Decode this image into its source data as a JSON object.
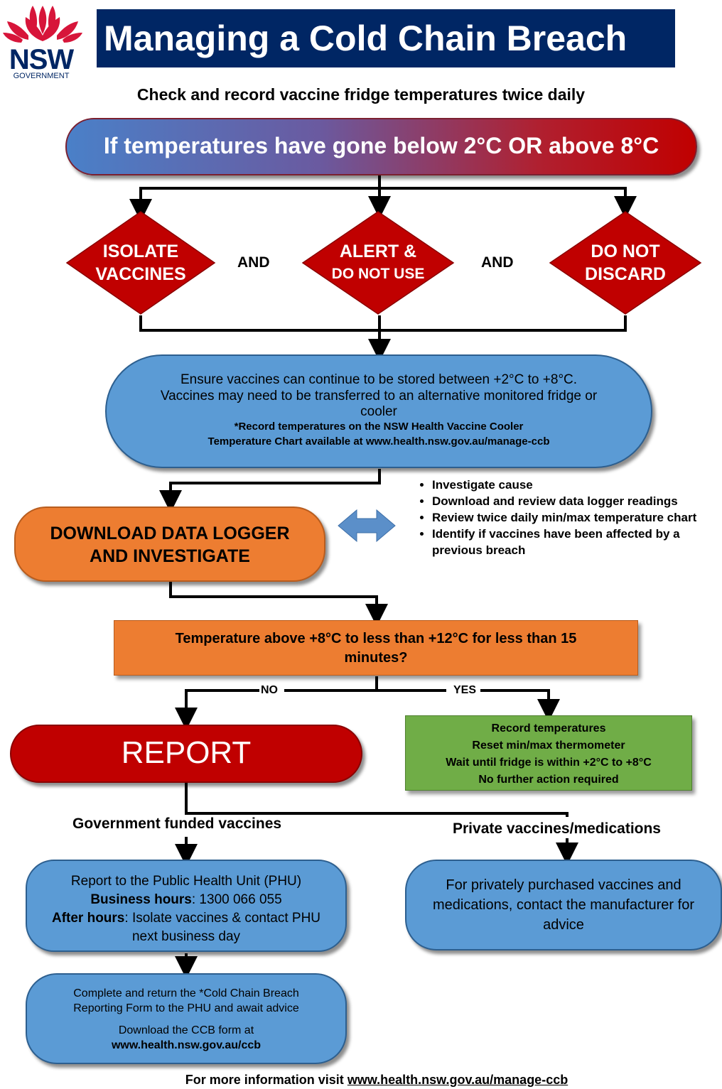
{
  "logo": {
    "text": "NSW",
    "sub": "GOVERNMENT"
  },
  "title": "Managing a Cold Chain Breach",
  "subtitle": "Check and record vaccine fridge temperatures twice daily",
  "banner": "If temperatures have gone below 2°C OR above 8°C",
  "actions": [
    {
      "line1": "ISOLATE",
      "line2": "VACCINES"
    },
    {
      "line1": "ALERT &",
      "line2": "DO NOT USE"
    },
    {
      "line1": "DO NOT",
      "line2": "DISCARD"
    }
  ],
  "and_label": "AND",
  "store_box": {
    "line1": "Ensure vaccines can continue to be stored between +2°C to +8°C.",
    "line2": "Vaccines may need to be transferred to an alternative monitored fridge or",
    "line3": "cooler",
    "note1": "*Record temperatures on the NSW Health Vaccine Cooler",
    "note2": "Temperature Chart available at www.health.nsw.gov.au/manage-ccb"
  },
  "investigate_box": {
    "line1": "DOWNLOAD DATA LOGGER",
    "line2": "AND INVESTIGATE"
  },
  "investigate_bullets": [
    "Investigate cause",
    "Download and review data logger readings",
    "Review twice daily min/max temperature chart",
    "Identify if vaccines have been affected by a previous breach"
  ],
  "question_box": {
    "line1": "Temperature above +8°C to less than +12°C for less than 15",
    "line2": "minutes?"
  },
  "no_label": "NO",
  "yes_label": "YES",
  "report_box": "REPORT",
  "yes_box": [
    "Record temperatures",
    "Reset min/max thermometer",
    "Wait until fridge is within +2°C to +8°C",
    "No further action required"
  ],
  "gov_heading": "Government funded vaccines",
  "private_heading": "Private vaccines/medications",
  "phu_box": {
    "line1": "Report to the Public Health Unit (PHU)",
    "business_label": "Business hours",
    "business_value": ": 1300 066 055",
    "after_label": "After hours",
    "after_value": ": Isolate vaccines & contact PHU",
    "line4": "next business day"
  },
  "private_box": "For privately purchased vaccines and medications, contact the manufacturer for advice",
  "form_box": {
    "line1": "Complete and return the *Cold Chain Breach",
    "line2": "Reporting Form to the PHU and await advice",
    "line3": "Download the CCB form at",
    "link": "www.health.nsw.gov.au/ccb"
  },
  "footer": {
    "prefix": "For more information visit ",
    "link": "www.health.nsw.gov.au/manage-ccb"
  },
  "colors": {
    "navy": "#002664",
    "red": "#c00000",
    "blue": "#5b9bd5",
    "orange": "#ed7d31",
    "green": "#70ad47",
    "arrow": "#5b8fc9"
  }
}
